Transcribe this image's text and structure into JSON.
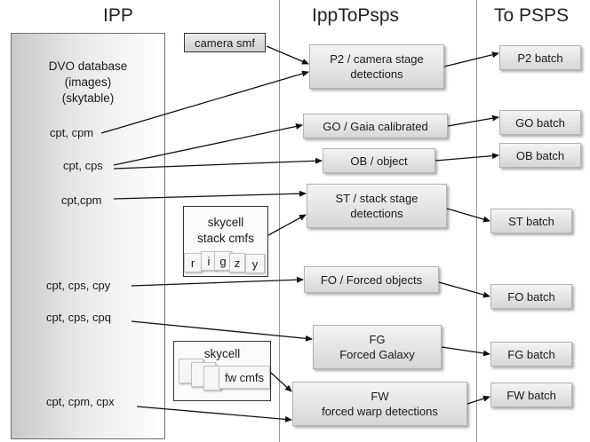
{
  "columns": {
    "ipp": "IPP",
    "ipptopsps": "IppToPsps",
    "topsps": "To PSPS"
  },
  "dvo": {
    "line1": "DVO database",
    "line2": "(images)",
    "line3": "(skytable)"
  },
  "sources": {
    "cpt_cpm_1": "cpt, cpm",
    "cpt_cps": "cpt, cps",
    "cpt_cpm_2": "cpt,cpm",
    "cpt_cps_cpy": "cpt, cps, cpy",
    "cpt_cps_cpq": "cpt, cps, cpq",
    "cpt_cpm_cpx": "cpt, cpm, cpx"
  },
  "camera_smf": "camera smf",
  "skycell_stack": {
    "line1": "skycell",
    "line2": "stack cmfs",
    "filters": [
      "r",
      "i",
      "g",
      "z",
      "y"
    ]
  },
  "skycell_warp": {
    "title": "skycell",
    "label": "fw cmfs"
  },
  "stages": {
    "p2": {
      "line1": "P2 / camera stage",
      "line2": "detections"
    },
    "go": {
      "line1": "GO  / Gaia calibrated"
    },
    "ob": {
      "line1": "OB / object"
    },
    "st": {
      "line1": "ST / stack stage",
      "line2": "detections"
    },
    "fo": {
      "line1": "FO / Forced objects"
    },
    "fg": {
      "line1": "FG",
      "line2": "Forced Galaxy"
    },
    "fw": {
      "line1": "FW",
      "line2": "forced warp detections"
    }
  },
  "batches": {
    "p2": "P2 batch",
    "go": "GO batch",
    "ob": "OB batch",
    "st": "ST batch",
    "fo": "FO batch",
    "fg": "FG batch",
    "fw": "FW batch"
  },
  "colors": {
    "arrow": "#111111",
    "divider": "#9a9a9a",
    "box_top": "#f4f4f4",
    "box_bottom": "#d6d6d6"
  }
}
